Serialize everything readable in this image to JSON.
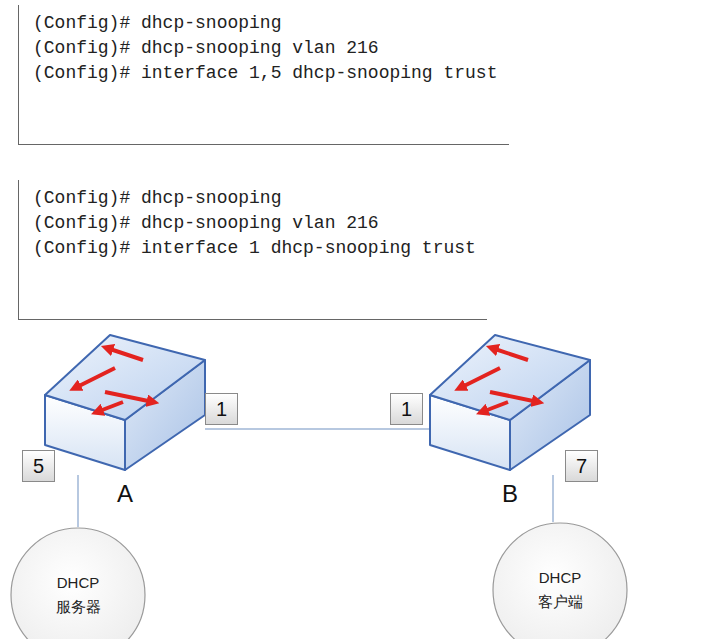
{
  "diagram": {
    "nodes": [
      {
        "text": [
          "(Config)# dhcp-snooping",
          "(Config)# dhcp-snooping vlan 216",
          "(Config)# interface 1,5 dhcp-snooping trust"
        ]
      },
      {
        "text": [
          "(Config)# dhcp-snooping",
          "(Config)# dhcp-snooping vlan 216",
          "(Config)# interface 1 dhcp-snooping trust"
        ]
      },
      {
        "text": [
          "A"
        ]
      },
      {
        "text": [
          "1"
        ]
      },
      {
        "text": [
          "5"
        ]
      },
      {
        "text": [
          "B"
        ]
      },
      {
        "text": [
          "1"
        ]
      },
      {
        "text": [
          "7"
        ]
      },
      {
        "text": [
          "DHCP 服务器"
        ]
      },
      {
        "text": [
          "DHCP 客户端"
        ]
      }
    ],
    "edges": [
      {
        "from": 2,
        "to": 5,
        "arrow": "none"
      },
      {
        "from": 8,
        "to": 2,
        "arrow": "none"
      },
      {
        "from": 9,
        "to": 5,
        "arrow": "none"
      }
    ]
  }
}
